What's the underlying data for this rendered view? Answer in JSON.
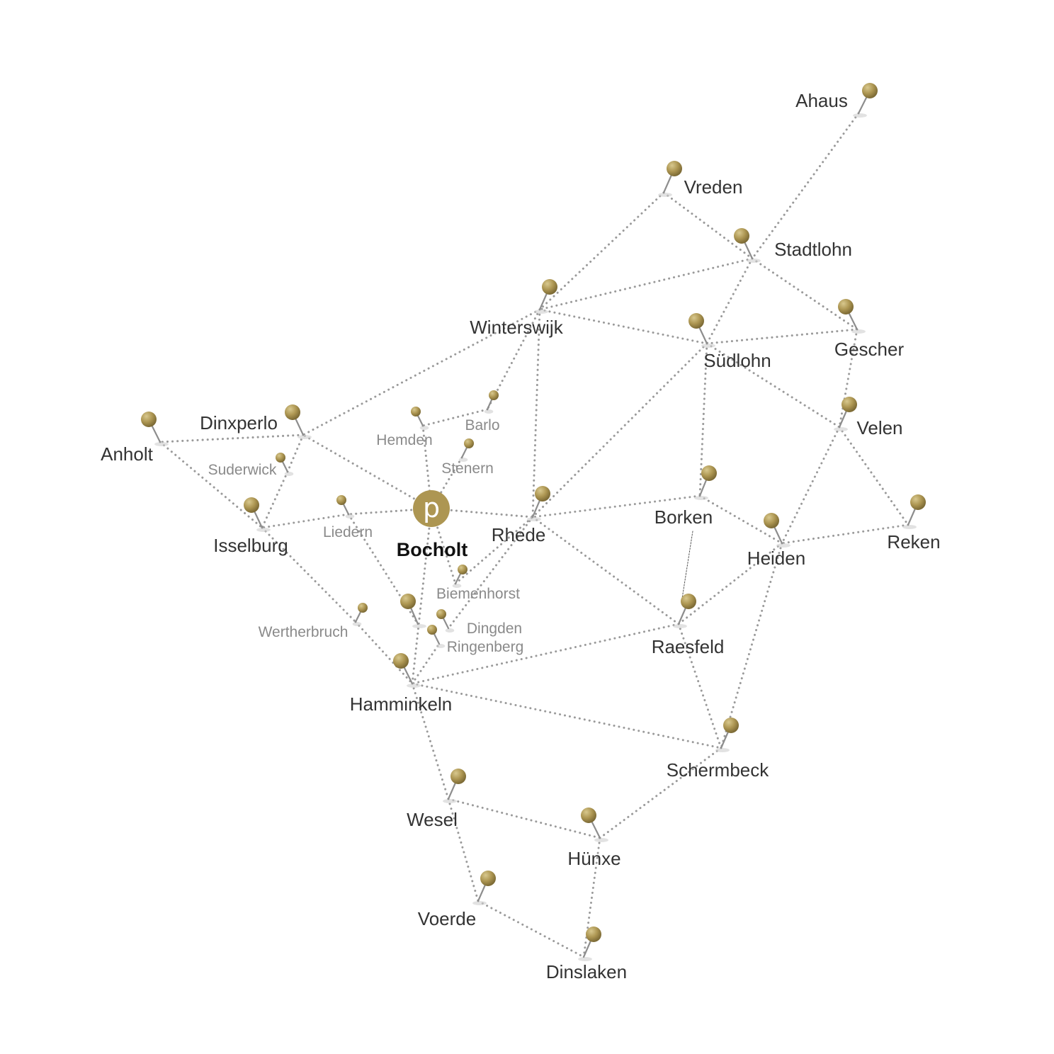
{
  "colors": {
    "pin": "#ad9652",
    "pin_highlight": "#d8c88e",
    "edge": "#9a9a9a",
    "center_label": "#111111"
  },
  "center": {
    "name": "Bocholt",
    "logo_letter": "p"
  },
  "towns": {
    "ahaus": "Ahaus",
    "vreden": "Vreden",
    "stadtlohn": "Stadtlohn",
    "winterswijk": "Winterswijk",
    "suedlohn": "Südlohn",
    "gescher": "Gescher",
    "velen": "Velen",
    "reken": "Reken",
    "borken": "Borken",
    "heiden": "Heiden",
    "rhede": "Rhede",
    "raesfeld": "Raesfeld",
    "schermbeck": "Schermbeck",
    "hamminkeln": "Hamminkeln",
    "wesel": "Wesel",
    "huenxe": "Hünxe",
    "voerde": "Voerde",
    "dinslaken": "Dinslaken",
    "anholt": "Anholt",
    "dinxperlo": "Dinxperlo",
    "isselburg": "Isselburg"
  },
  "districts": {
    "barlo": "Barlo",
    "hemden": "Hemden",
    "stenern": "Stenern",
    "suderwick": "Suderwick",
    "liedern": "Liedern",
    "biemenhorst": "Biemenhorst",
    "dingden": "Dingden",
    "ringenberg": "Ringenberg",
    "wertherbruch": "Wertherbruch"
  }
}
